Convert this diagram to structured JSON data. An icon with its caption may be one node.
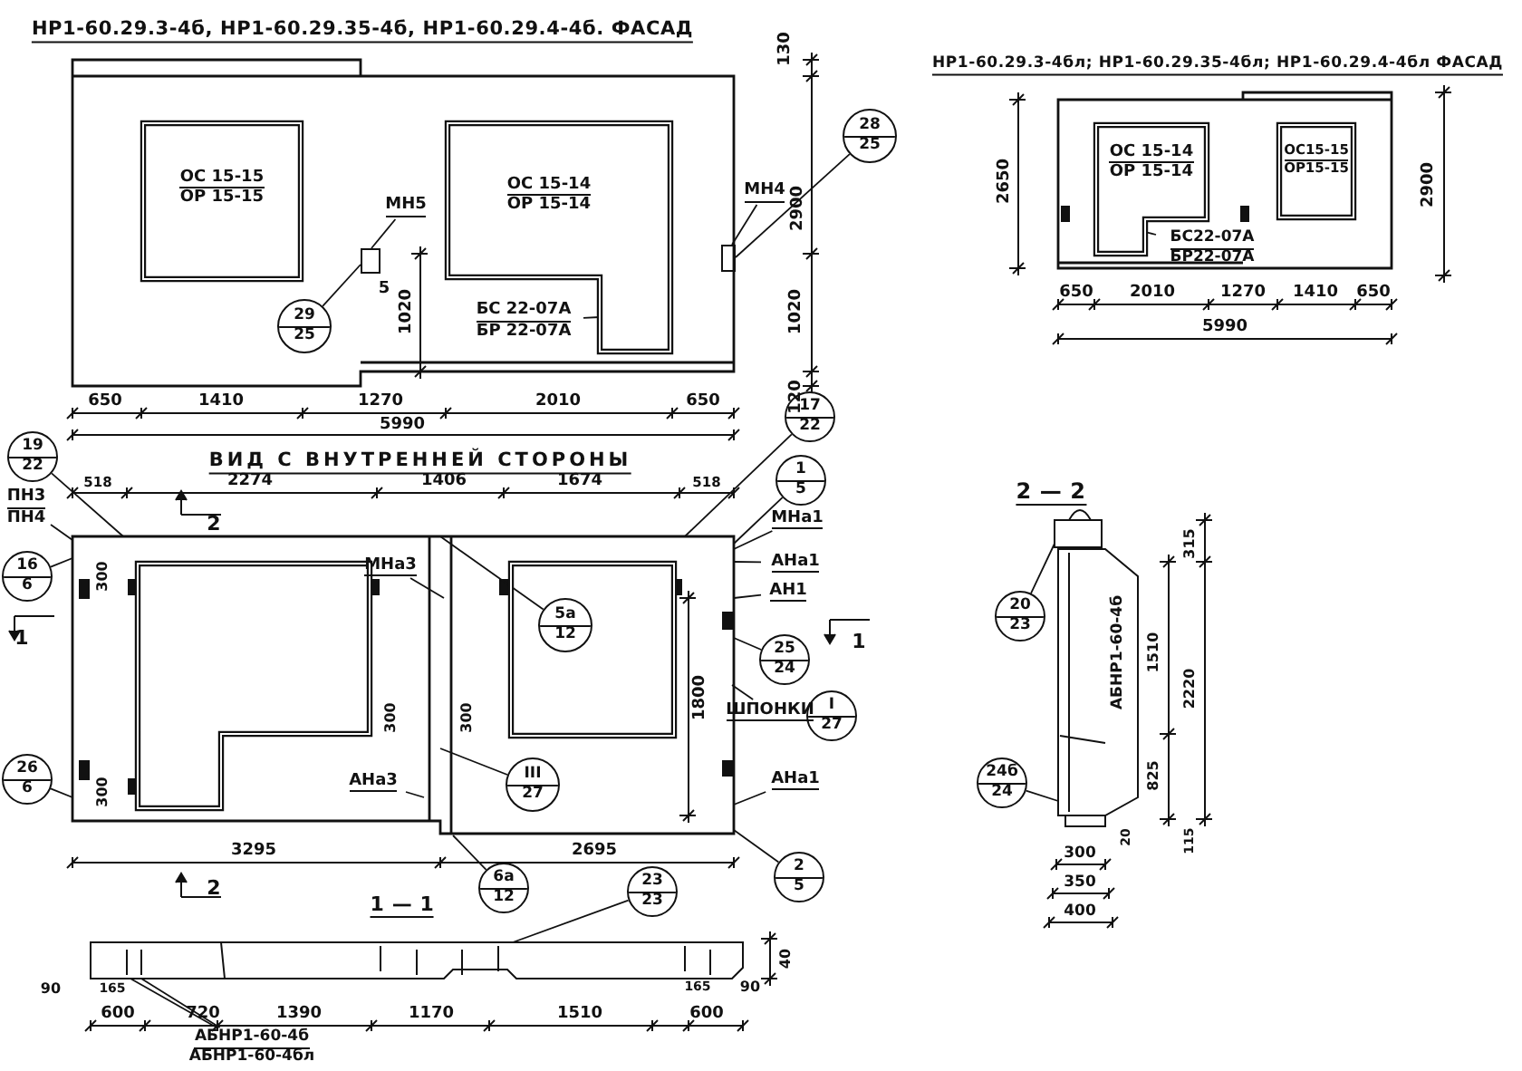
{
  "diagram": {
    "nodes": [
      {
        "text": [],
        "shape": "box"
      },
      {
        "text": [
          "ОС 15-15",
          "ОР 15-15"
        ],
        "in": 0
      },
      {
        "text": [
          "ОС 15-14",
          "ОР 15-14"
        ],
        "in": 0
      },
      {
        "text": [
          "БС 22-07А",
          "БР 22-07А"
        ],
        "in": 0
      },
      {
        "text": [],
        "shape": "box",
        "in": 0
      },
      {
        "text": [
          "МН5"
        ],
        "in": 0
      },
      {
        "text": [],
        "shape": "box",
        "in": 0
      },
      {
        "text": [
          "МН4"
        ]
      },
      {
        "text": [
          "29",
          "25"
        ],
        "in": 0
      },
      {
        "text": [
          "28",
          "25"
        ]
      },
      {
        "text": [],
        "shape": "box"
      },
      {
        "text": [
          "ОС 15-14",
          "ОР 15-14"
        ],
        "in": 10
      },
      {
        "text": [
          "ОС15-15",
          "ОР15-15"
        ],
        "in": 10
      },
      {
        "text": [
          "БС22-07А",
          "БР22-07А"
        ],
        "in": 10
      },
      {
        "text": [],
        "shape": "box"
      },
      {
        "text": [],
        "shape": "box",
        "in": 14
      },
      {
        "text": [],
        "shape": "box",
        "in": 14
      },
      {
        "text": [
          "МНа3"
        ],
        "in": 14
      },
      {
        "text": [
          "5а",
          "12"
        ],
        "in": 16
      },
      {
        "text": [
          "III",
          "27"
        ],
        "in": 14
      },
      {
        "text": [
          "АНа3"
        ],
        "in": 14
      },
      {
        "text": [
          "19",
          "22"
        ]
      },
      {
        "text": [
          "ПН3",
          "ПН4"
        ]
      },
      {
        "text": [
          "16",
          "6"
        ]
      },
      {
        "text": [
          "26",
          "6"
        ]
      },
      {
        "text": [
          "17",
          "22"
        ]
      },
      {
        "text": [
          "1",
          "5"
        ]
      },
      {
        "text": [
          "МНа1"
        ]
      },
      {
        "text": [
          "АНа1"
        ]
      },
      {
        "text": [
          "АН1"
        ]
      },
      {
        "text": [
          "25",
          "24"
        ]
      },
      {
        "text": [
          "ШПОНКИ"
        ]
      },
      {
        "text": [
          "I",
          "27"
        ]
      },
      {
        "text": [
          "АНа1"
        ]
      },
      {
        "text": [
          "2",
          "5"
        ]
      },
      {
        "text": [
          "6а",
          "12"
        ]
      },
      {
        "text": [
          "23",
          "23"
        ]
      },
      {
        "text": [
          "АБНР1-60-4б",
          "АБНР1-60-4бл"
        ]
      },
      {
        "text": [
          "20",
          "23"
        ]
      },
      {
        "text": [
          "24б",
          "24"
        ]
      },
      {
        "text": [],
        "shape": "picture"
      },
      {
        "text": [],
        "shape": "picture"
      }
    ],
    "edges": [
      {
        "from": 3,
        "to": 2,
        "arrow": "none"
      },
      {
        "from": 5,
        "to": 4,
        "arrow": "none"
      },
      {
        "from": 7,
        "to": 6,
        "arrow": "none"
      },
      {
        "from": 8,
        "to": 4,
        "arrow": "none"
      },
      {
        "from": 9,
        "to": 6,
        "arrow": "none"
      },
      {
        "from": 13,
        "to": 11,
        "arrow": "none"
      },
      {
        "from": 17,
        "to": null,
        "arrow": "none"
      },
      {
        "from": 18,
        "to": 14,
        "arrow": "none"
      },
      {
        "from": 19,
        "to": null,
        "arrow": "none"
      },
      {
        "from": 20,
        "to": null,
        "arrow": "none"
      },
      {
        "from": 21,
        "to": 14,
        "arrow": "none"
      },
      {
        "from": 22,
        "to": 14,
        "arrow": "none"
      },
      {
        "from": 23,
        "to": 14,
        "arrow": "none"
      },
      {
        "from": 24,
        "to": 14,
        "arrow": "none"
      },
      {
        "from": 25,
        "to": 14,
        "arrow": "none"
      },
      {
        "from": 26,
        "to": 14,
        "arrow": "none"
      },
      {
        "from": 27,
        "to": 14,
        "arrow": "none"
      },
      {
        "from": 28,
        "to": 14,
        "arrow": "none"
      },
      {
        "from": 29,
        "to": 14,
        "arrow": "none"
      },
      {
        "from": 30,
        "to": 14,
        "arrow": "none"
      },
      {
        "from": 31,
        "to": null,
        "arrow": "none"
      },
      {
        "from": 33,
        "to": 14,
        "arrow": "none"
      },
      {
        "from": 34,
        "to": 14,
        "arrow": "none"
      },
      {
        "from": 35,
        "to": 14,
        "arrow": "none"
      },
      {
        "from": 36,
        "to": 41,
        "arrow": "none"
      },
      {
        "from": 37,
        "to": 41,
        "arrow": "none"
      },
      {
        "from": 37,
        "to": 41,
        "arrow": "none"
      },
      {
        "from": 38,
        "to": 40,
        "arrow": "none"
      },
      {
        "from": 39,
        "to": 40,
        "arrow": "none"
      }
    ],
    "labels": [
      "НР1-60.29.3-4б, НР1-60.29.35-4б, НР1-60.29.4-4б. ФАСАД",
      "130",
      "2900",
      "1020",
      "5",
      "1020",
      "120",
      "650",
      "1410",
      "1270",
      "2010",
      "650",
      "5990",
      "НР1-60.29.3-4бл; НР1-60.29.35-4бл; НР1-60.29.4-4бл ФАСАД",
      "2650",
      "2900",
      "650",
      "2010",
      "1270",
      "1410",
      "650",
      "5990",
      "ВИД С ВНУТРЕННЕЙ СТОРОНЫ",
      "518",
      "2274",
      "1406",
      "1674",
      "518",
      "300",
      "1",
      "300",
      "300",
      "1800",
      "300",
      "2",
      "1",
      "3295",
      "2695",
      "2",
      "1 — 1",
      "40",
      "90",
      "165",
      "165",
      "90",
      "600",
      "720",
      "1390",
      "1170",
      "1510",
      "600",
      "2 — 2",
      "АБНР1-60-4б",
      "315",
      "1510",
      "2220",
      "825",
      "20",
      "115",
      "300",
      "350",
      "400"
    ]
  }
}
